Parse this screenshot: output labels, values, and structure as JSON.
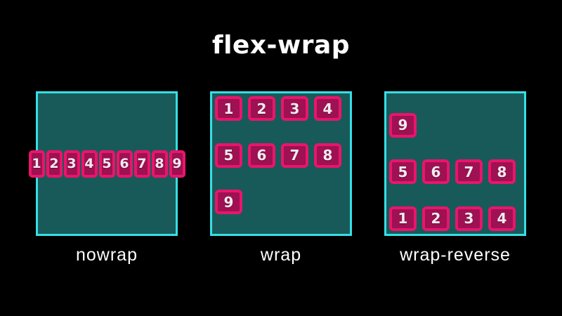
{
  "title": "flex-wrap",
  "colors": {
    "background": "#000000",
    "container_bg": "#185a5a",
    "container_border": "#36dfe6",
    "item_bg": "#9e1153",
    "item_border": "#e9156b",
    "item_text": "#f2eaee",
    "label_text": "#ffffff"
  },
  "panels": [
    {
      "label": "nowrap",
      "wrap_mode": "nowrap",
      "items": [
        "1",
        "2",
        "3",
        "4",
        "5",
        "6",
        "7",
        "8",
        "9"
      ]
    },
    {
      "label": "wrap",
      "wrap_mode": "wrap",
      "items": [
        "1",
        "2",
        "3",
        "4",
        "5",
        "6",
        "7",
        "8",
        "9"
      ]
    },
    {
      "label": "wrap-reverse",
      "wrap_mode": "wrap-reverse",
      "items": [
        "1",
        "2",
        "3",
        "4",
        "5",
        "6",
        "7",
        "8",
        "9"
      ]
    }
  ]
}
